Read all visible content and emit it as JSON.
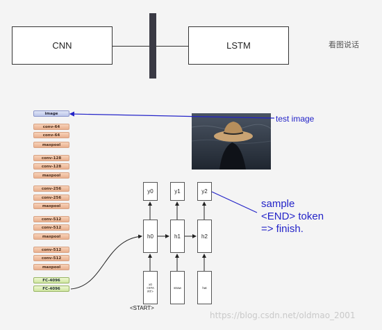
{
  "top": {
    "cnn_label": "CNN",
    "lstm_label": "LSTM",
    "caption": "看图说话"
  },
  "cnn_stack": [
    {
      "label": "image",
      "kind": "img"
    },
    {
      "label": "conv-64",
      "kind": "conv"
    },
    {
      "label": "conv-64",
      "kind": "conv"
    },
    {
      "label": "maxpool",
      "kind": "conv"
    },
    {
      "label": "conv-128",
      "kind": "conv"
    },
    {
      "label": "conv-128",
      "kind": "conv"
    },
    {
      "label": "maxpool",
      "kind": "conv"
    },
    {
      "label": "conv-256",
      "kind": "conv"
    },
    {
      "label": "conv-256",
      "kind": "conv"
    },
    {
      "label": "maxpool",
      "kind": "conv"
    },
    {
      "label": "conv-512",
      "kind": "conv"
    },
    {
      "label": "conv-512",
      "kind": "conv"
    },
    {
      "label": "maxpool",
      "kind": "conv"
    },
    {
      "label": "conv-512",
      "kind": "conv"
    },
    {
      "label": "conv-512",
      "kind": "conv"
    },
    {
      "label": "maxpool",
      "kind": "conv"
    },
    {
      "label": "FC-4096",
      "kind": "fc"
    },
    {
      "label": "FC-4096",
      "kind": "fc"
    }
  ],
  "rnn": {
    "outputs": [
      "y0",
      "y1",
      "y2"
    ],
    "hidden": [
      "h0",
      "h1",
      "h2"
    ],
    "inputs": [
      "x0\n<STA\nRT>",
      "straw",
      "hat"
    ],
    "start_label": "<START>"
  },
  "annotations": {
    "test_image": "test image",
    "sample_line1": "sample",
    "sample_line2": "<END> token",
    "sample_line3": "=> finish."
  },
  "watermark": "https://blog.csdn.net/oldmao_2001",
  "colors": {
    "annotation": "#2323c8",
    "conv_layer": "#f0c2a3",
    "image_layer": "#c9d0ee",
    "fc_layer": "#dcedb6"
  }
}
